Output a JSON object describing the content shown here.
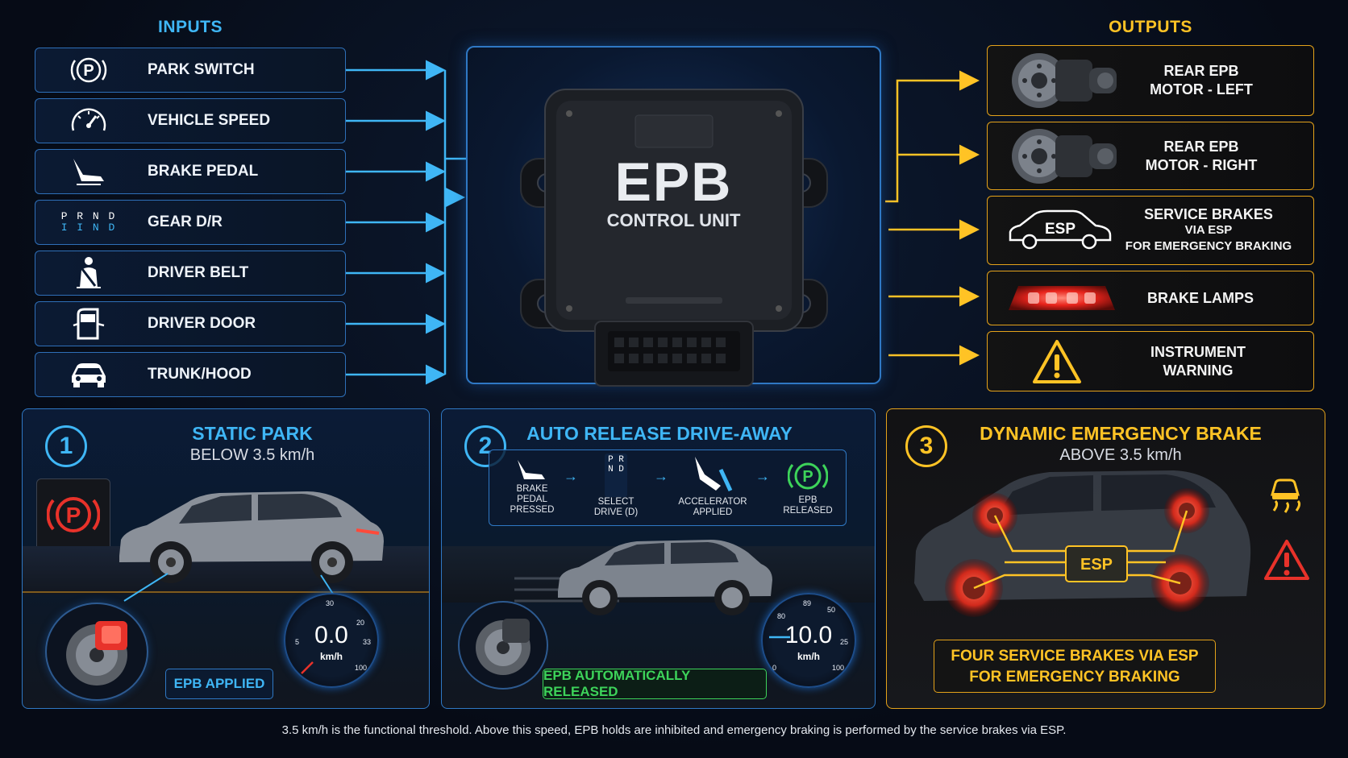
{
  "inputs": {
    "title": "INPUTS",
    "items": [
      {
        "label": "PARK SWITCH",
        "icon": "park-p-icon"
      },
      {
        "label": "VEHICLE SPEED",
        "icon": "speedometer-icon"
      },
      {
        "label": "BRAKE PEDAL",
        "icon": "brake-pedal-icon"
      },
      {
        "label": "GEAR D/R",
        "icon": "gear-selector-icon",
        "gear_top": "P R N D",
        "gear_bottom": "I I N D"
      },
      {
        "label": "DRIVER BELT",
        "icon": "seat-belt-icon"
      },
      {
        "label": "DRIVER DOOR",
        "icon": "car-door-icon"
      },
      {
        "label": "TRUNK/HOOD",
        "icon": "car-front-icon"
      }
    ]
  },
  "ecu": {
    "title": "EPB",
    "subtitle": "CONTROL UNIT"
  },
  "outputs": {
    "title": "OUTPUTS",
    "items": [
      {
        "line1": "REAR EPB",
        "line2": "MOTOR - LEFT",
        "icon": "brake-caliper-icon"
      },
      {
        "line1": "REAR EPB",
        "line2": "MOTOR - RIGHT",
        "icon": "brake-caliper-icon"
      },
      {
        "line1": "SERVICE BRAKES",
        "line2": "VIA ESP",
        "line3": "FOR EMERGENCY BRAKING",
        "icon": "car-esp-icon",
        "icon_text": "ESP"
      },
      {
        "line1": "BRAKE LAMPS",
        "icon": "brake-lamp-icon"
      },
      {
        "line1": "INSTRUMENT",
        "line2": "WARNING",
        "icon": "warning-triangle-icon"
      }
    ]
  },
  "scenarios": [
    {
      "number": "1",
      "title": "STATIC PARK",
      "subtitle": "BELOW 3.5 km/h",
      "speed": "0.0",
      "unit": "km/h",
      "tag": "EPB APPLIED"
    },
    {
      "number": "2",
      "title": "AUTO RELEASE DRIVE-AWAY",
      "steps": [
        {
          "line1": "BRAKE",
          "line2": "PEDAL",
          "line3": "PRESSED"
        },
        {
          "line1": "SELECT",
          "line2": "DRIVE (D)"
        },
        {
          "line1": "ACCELERATOR",
          "line2": "APPLIED"
        },
        {
          "line1": "EPB",
          "line2": "RELEASED"
        }
      ],
      "gear_letters": "P R N D",
      "speed": "10.0",
      "unit": "km/h",
      "tag": "EPB AUTOMATICALLY RELEASED"
    },
    {
      "number": "3",
      "title": "DYNAMIC EMERGENCY BRAKE",
      "subtitle": "ABOVE 3.5 km/h",
      "esp_label": "ESP",
      "tag_line1": "FOUR SERVICE BRAKES VIA ESP",
      "tag_line2": "FOR EMERGENCY BRAKING"
    }
  ],
  "gauge_ticks": {
    "a": "30",
    "b": "20",
    "c": "5",
    "d": "100",
    "e": "33",
    "f": "80",
    "g": "89",
    "h": "50",
    "i": "25",
    "j": "0"
  },
  "footnote": "3.5 km/h is the functional threshold. Above this speed, EPB holds are inhibited and emergency braking is performed by the service brakes via ESP.",
  "colors": {
    "input_accent": "#3fb6f5",
    "output_accent": "#ffc325",
    "applied_red": "#e8322a",
    "released_green": "#3dd35a"
  }
}
